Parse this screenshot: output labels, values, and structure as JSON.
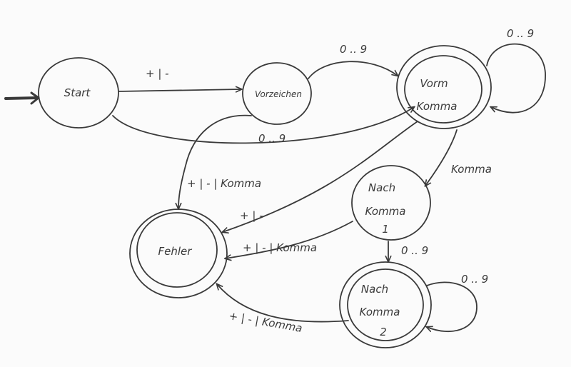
{
  "states": {
    "start": {
      "label": "Start"
    },
    "vorzeichen": {
      "label": "Vorzeichen"
    },
    "vorkomma": {
      "label_line1": "Vorm",
      "label_line2": "Komma"
    },
    "nachkomma1": {
      "label_line1": "Nach",
      "label_line2": "Komma",
      "label_line3": "1"
    },
    "nachkomma2": {
      "label_line1": "Nach",
      "label_line2": "Komma",
      "label_line3": "2"
    },
    "fehler": {
      "label": "Fehler"
    }
  },
  "edges": {
    "start_vorzeichen": "+ | -",
    "vorzeichen_vorkomma": "0 .. 9",
    "vorkomma_loop": "0 .. 9",
    "start_vorkomma": "0 .. 9",
    "vorzeichen_fehler": "+ | - | Komma",
    "vorkomma_nachkomma1": "Komma",
    "vorkomma_fehler": "+ | -",
    "nachkomma1_fehler": "+ | - | Komma",
    "nachkomma1_nachkomma2": "0 .. 9",
    "nachkomma2_loop": "0 .. 9",
    "nachkomma2_fehler": "+ | - | Komma"
  },
  "colors": {
    "ink": "#3a3a3a",
    "paper": "#fbfbfb"
  }
}
